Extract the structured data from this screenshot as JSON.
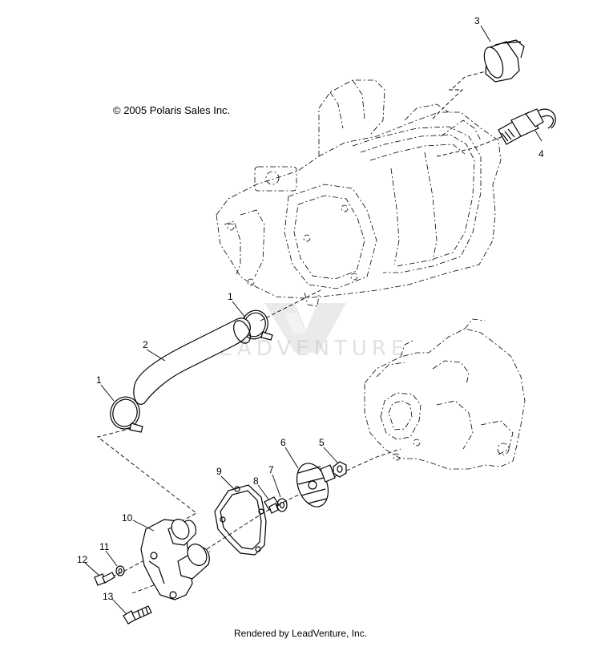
{
  "copyright": "© 2005 Polaris Sales Inc.",
  "watermark": "LEADVENTURE",
  "footer": "Rendered by LeadVenture, Inc.",
  "callouts": {
    "c1a": "1",
    "c1b": "1",
    "c2": "2",
    "c3": "3",
    "c4": "4",
    "c5": "5",
    "c6": "6",
    "c7": "7",
    "c8": "8",
    "c9": "9",
    "c10": "10",
    "c11": "11",
    "c12": "12",
    "c13": "13"
  }
}
